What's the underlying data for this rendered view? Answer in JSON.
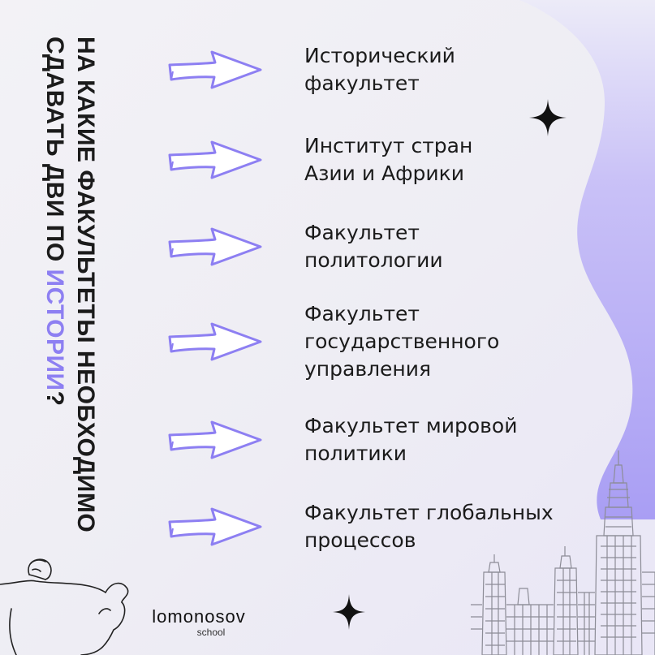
{
  "title": {
    "line1": "На какие факультеты необходимо",
    "line2_prefix": "сдавать ДВИ по ",
    "line2_accent": "истории",
    "line2_suffix": "?"
  },
  "items": [
    {
      "label": "Исторический\nфакультет"
    },
    {
      "label": "Институт стран\nАзии и Африки"
    },
    {
      "label": "Факультет\nполитологии"
    },
    {
      "label": "Факультет\nгосударственного\nуправления"
    },
    {
      "label": "Факультет мировой\nполитики"
    },
    {
      "label": "Факультет глобальных\nпроцессов"
    }
  ],
  "logo": {
    "brand": "lomonosov",
    "sub": "school"
  },
  "colors": {
    "accent": "#8d7ff2",
    "wave": "#a79df3",
    "text": "#1b1b1b"
  },
  "icons": [
    "arrow-right-icon",
    "sparkle-icon",
    "mascot-illustration",
    "university-building-illustration"
  ]
}
